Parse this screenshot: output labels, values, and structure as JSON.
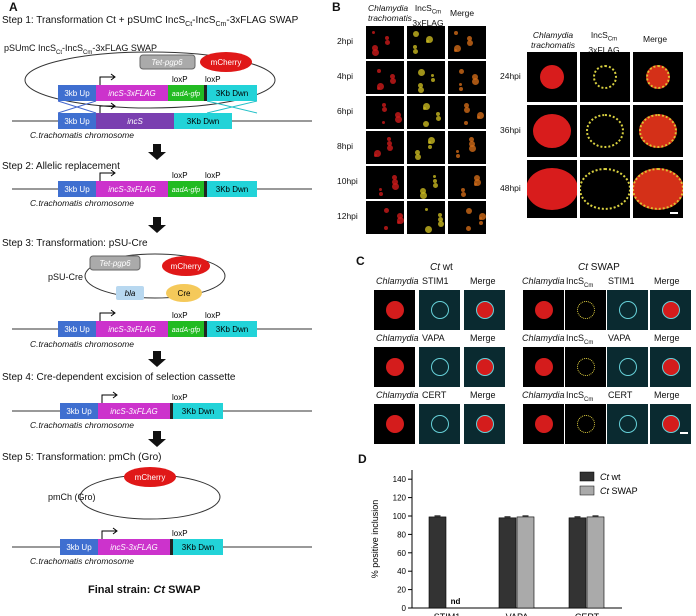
{
  "panelA": {
    "letter": "A",
    "step1": "Step 1: Transformation Ct + pSUmC IncS",
    "step1_sub1": "Ct",
    "step1_mid": "-IncS",
    "step1_sub2": "Cm",
    "step1_tail": "-3xFLAG SWAP",
    "plasmid1_label": "pSUmC IncS",
    "plasmid1_sub1": "Ct",
    "plasmid1_mid": "-IncS",
    "plasmid1_sub2": "Cm",
    "plasmid1_tail": "-3xFLAG SWAP",
    "tet": "Tet-pgp6",
    "mcherry": "mCherry",
    "loxp": "loxP",
    "up": "3kb Up",
    "dwn": "3Kb Dwn",
    "incs_cm": "incS",
    "cm": "Cm",
    "flag": "-3xFLAG",
    "aada": "aadA-gfp",
    "incs_ct": "incS",
    "ct": "Ct",
    "chromosome": "C.trachomatis chromosome",
    "step2": "Step 2: Allelic replacement",
    "step3": "Step 3: Transformation: pSU-Cre",
    "psucre": "pSU-Cre",
    "bla": "bla",
    "cre": "Cre",
    "step4": "Step 4: Cre-dependent excision of selection cassette",
    "step5": "Step 5: Transformation: pmCh (Gro)",
    "pmch": "pmCh (Gro)",
    "final_prefix": "Final strain: ",
    "final_ct": "Ct",
    "final_suffix": " SWAP"
  },
  "panelB": {
    "letter": "B",
    "col1": "Chlamydia trachomatis",
    "col2a": "IncS",
    "col2sub": "Cm",
    "col2b": "3xFLAG",
    "col3": "Merge",
    "rows_left": [
      "2hpi",
      "4hpi",
      "6hpi",
      "8hpi",
      "10hpi",
      "12hpi"
    ],
    "rows_right": [
      "24hpi",
      "36hpi",
      "48hpi"
    ]
  },
  "panelC": {
    "letter": "C",
    "ctwt_ital": "Ct",
    "ctwt": " wt",
    "ctswap_ital": "Ct",
    "ctswap": " SWAP",
    "chlamydia": "Chlamydia",
    "merge": "Merge",
    "incs": "IncS",
    "cm": "Cm",
    "markers": [
      "STIM1",
      "VAPA",
      "CERT"
    ]
  },
  "panelD": {
    "letter": "D",
    "chart_data": {
      "type": "bar",
      "categories": [
        "STIM1",
        "VAPA",
        "CERT"
      ],
      "series": [
        {
          "name": "Ct wt",
          "values": [
            99,
            98,
            98
          ],
          "color": "#333333"
        },
        {
          "name": "Ct SWAP",
          "values": [
            0,
            99,
            99
          ],
          "color": "#aaaaaa"
        }
      ],
      "ylabel": "% positive inclusion",
      "ylim": [
        0,
        150
      ],
      "yticks": [
        0,
        20,
        40,
        60,
        80,
        100,
        120,
        140
      ],
      "annotation": "nd",
      "legend": "top-right",
      "legend_items": [
        {
          "ital": "Ct",
          "rest": " wt"
        },
        {
          "ital": "Ct",
          "rest": " SWAP"
        }
      ]
    }
  }
}
